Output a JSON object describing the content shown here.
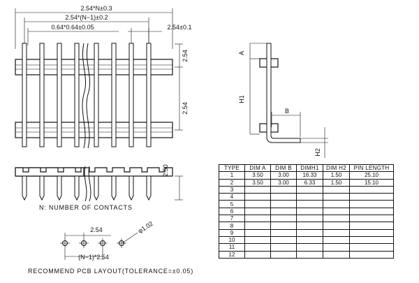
{
  "top_view": {
    "dim_total": "2.54*N±0.3",
    "dim_span": "2.54*(N−1)±0.2",
    "dim_pin": "0.64*0.64±0.05",
    "dim_pitch": "2.54±0.1",
    "dim_right_upper": "2.54",
    "dim_right_lower": "2.54"
  },
  "front_view": {
    "dim_height": "2.50"
  },
  "notes": {
    "contacts": "N: NUMBER OF CONTACTS",
    "pcb_layout": "RECOMMEND PCB LAYOUT(TOLERANCE=±0.05)"
  },
  "pcb": {
    "dim_pitch": "2.54",
    "dim_hole": "φ1.02",
    "dim_span": "(N−1)*2.54"
  },
  "side_view": {
    "label_a": "A",
    "label_h1": "H1",
    "label_b": "B",
    "label_h2": "H2"
  },
  "table": {
    "headers": [
      "TYPE",
      "DIM A",
      "DIM B",
      "DIMH1",
      "DIM H2",
      "PIN LENGTH"
    ],
    "rows": [
      [
        "1",
        "3.50",
        "3.00",
        "16.33",
        "1.50",
        "25.10"
      ],
      [
        "2",
        "3.50",
        "3.00",
        "6.33",
        "1.50",
        "15.10"
      ],
      [
        "3",
        "",
        "",
        "",
        "",
        ""
      ],
      [
        "4",
        "",
        "",
        "",
        "",
        ""
      ],
      [
        "5",
        "",
        "",
        "",
        "",
        ""
      ],
      [
        "6",
        "",
        "",
        "",
        "",
        ""
      ],
      [
        "7",
        "",
        "",
        "",
        "",
        ""
      ],
      [
        "8",
        "",
        "",
        "",
        "",
        ""
      ],
      [
        "9",
        "",
        "",
        "",
        "",
        ""
      ],
      [
        "10",
        "",
        "",
        "",
        "",
        ""
      ],
      [
        "11",
        "",
        "",
        "",
        "",
        ""
      ],
      [
        "12",
        "",
        "",
        "",
        "",
        ""
      ]
    ]
  }
}
